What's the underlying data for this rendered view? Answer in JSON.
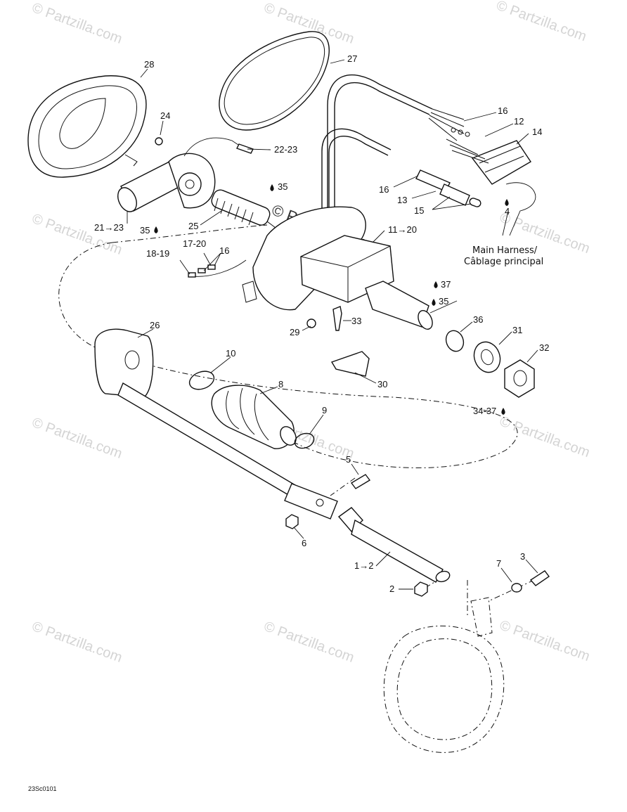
{
  "watermark": {
    "text": "Partzilla.com",
    "symbol": "©",
    "center_text": "© Partzilla.com"
  },
  "diagram_code": "23Sc0101",
  "harness_label": {
    "line1": "Main Harness/",
    "line2": "Câblage principal"
  },
  "labels": {
    "l28": "28",
    "l27": "27",
    "l24": "24",
    "l22_23": "22-23",
    "l16a": "16",
    "l12": "12",
    "l14": "14",
    "l35a": "35",
    "l16b": "16",
    "l13": "13",
    "l15": "15",
    "l4": "4",
    "l21_23": "21→23",
    "l35b": "35",
    "l25": "25",
    "l11_20": "11→20",
    "l18_19": "18-19",
    "l17_20": "17-20",
    "l16c": "16",
    "l37": "37",
    "l35c": "35",
    "l36": "36",
    "l33": "33",
    "l29": "29",
    "l31": "31",
    "l32": "32",
    "l26": "26",
    "l30": "30",
    "l34_37": "34-37",
    "l10": "10",
    "l8": "8",
    "l9": "9",
    "l5": "5",
    "l6": "6",
    "l1_2": "1→2",
    "l2": "2",
    "l7": "7",
    "l3": "3"
  },
  "icons": {
    "drop": "oil-drop-icon"
  }
}
